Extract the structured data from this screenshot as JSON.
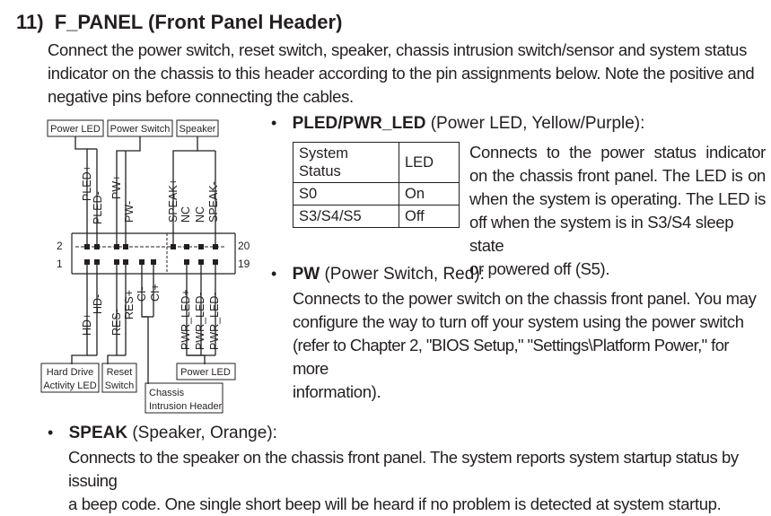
{
  "section": {
    "number": "11)",
    "title": "F_PANEL (Front Panel Header)"
  },
  "intro": "Connect the power switch, reset switch, speaker, chassis intrusion switch/sensor and system status indicator on the chassis to this header according to the pin assignments below. Note the positive and negative pins before connecting the cables.",
  "diagram": {
    "top_boxes": [
      "Power LED",
      "Power Switch",
      "Speaker"
    ],
    "pin_numbers": {
      "top_left": "2",
      "bottom_left": "1",
      "top_right": "20",
      "bottom_right": "19"
    },
    "top_pins": [
      "PLED+",
      "PLED-",
      "PW+",
      "PW-",
      "SPEAK+",
      "NC",
      "NC",
      "SPEAK-"
    ],
    "bottom_pins": [
      "HD+",
      "HD-",
      "RES-",
      "RES+",
      "CI-",
      "CI+",
      "PWR_LED+",
      "PWR_LED-",
      "PWR_LED-"
    ],
    "bottom_boxes": {
      "hdd_line1": "Hard Drive",
      "hdd_line2": "Activity LED",
      "reset_line1": "Reset",
      "reset_line2": "Switch",
      "chassis_line1": "Chassis",
      "chassis_line2": "Intrusion Header",
      "power_led": "Power LED"
    }
  },
  "bullet": "•",
  "pled": {
    "name": "PLED/PWR_LED",
    "detail": " (Power LED, Yellow/Purple):",
    "table_headers": [
      "System Status",
      "LED"
    ],
    "table_rows": [
      [
        "S0",
        "On"
      ],
      [
        "S3/S4/S5",
        "Off"
      ]
    ],
    "desc_lines": [
      "Connects to the power status indicator",
      "on the chassis front panel. The LED is on",
      "when the system is operating. The LED is",
      "off when the system is in S3/S4 sleep state",
      "or powered off (S5)."
    ]
  },
  "pw": {
    "name": "PW",
    "detail": " (Power Switch, Red):",
    "desc_lines": [
      "Connects to the power switch on the chassis front panel. You may",
      "configure the way to turn off your system using the power switch",
      "(refer to Chapter 2, \"BIOS Setup,\" \"Settings\\Platform Power,\" for more",
      "information)."
    ]
  },
  "speak": {
    "name": "SPEAK",
    "detail": " (Speaker, Orange):",
    "desc_lines": [
      "Connects to the speaker on the chassis front panel. The system reports system startup status by issuing",
      "a beep code. One single short beep will be heard if no problem is detected at system startup."
    ]
  }
}
